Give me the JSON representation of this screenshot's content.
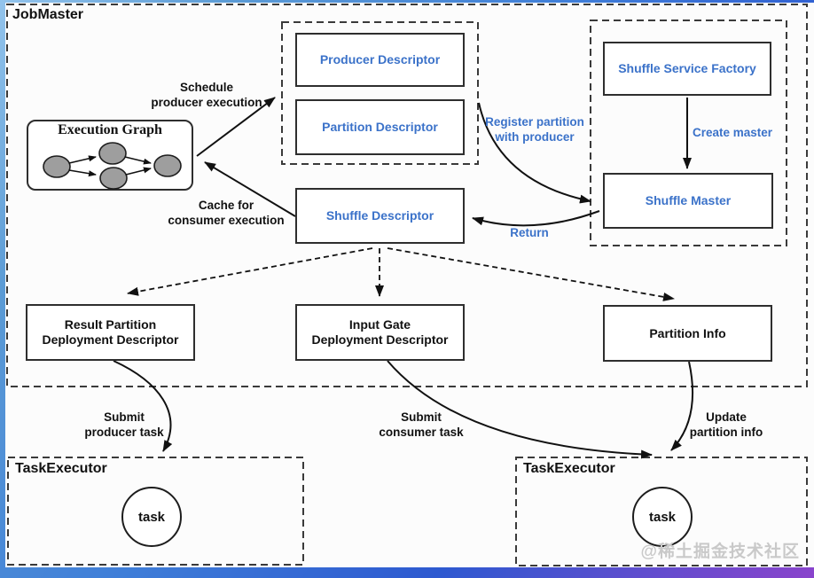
{
  "job_master": {
    "label": "JobMaster"
  },
  "execution_graph": {
    "title": "Execution Graph"
  },
  "boxes": {
    "producer_descriptor": "Producer Descriptor",
    "partition_descriptor": "Partition Descriptor",
    "shuffle_descriptor": "Shuffle Descriptor",
    "shuffle_service_factory": "Shuffle Service Factory",
    "shuffle_master": "Shuffle Master",
    "result_partition_deployment_descriptor": "Result Partition\nDeployment Descriptor",
    "input_gate_deployment_descriptor": "Input Gate\nDeployment Descriptor",
    "partition_info": "Partition Info"
  },
  "annotations": {
    "schedule_producer_execution": "Schedule\nproducer execution",
    "cache_for_consumer_execution": "Cache for\nconsumer execution",
    "register_partition_with_producer": "Register partition\nwith producer",
    "create_master": "Create master",
    "return": "Return",
    "submit_producer_task": "Submit\nproducer task",
    "submit_consumer_task": "Submit\nconsumer task",
    "update_partition_info": "Update\npartition info"
  },
  "task_executors": {
    "left": {
      "label": "TaskExecutor",
      "task": "task"
    },
    "right": {
      "label": "TaskExecutor",
      "task": "task"
    }
  },
  "watermark": "@稀土掘金技术社区",
  "colors": {
    "accent_blue": "#3b72c9",
    "line_black": "#111111",
    "node_gray": "#9e9e9e",
    "watermark_gray": "#c9c9c9",
    "frame_blue": "#3f7ed8",
    "frame_purple": "#8a43cc"
  }
}
